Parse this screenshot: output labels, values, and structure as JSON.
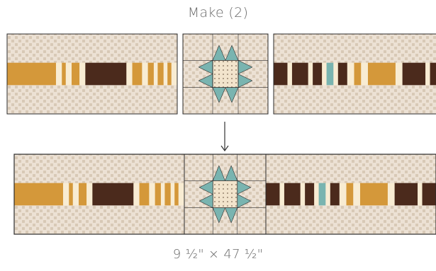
{
  "header": {
    "make_label": "Make (2)"
  },
  "footer": {
    "dimensions_label": "9 ½\" × 47 ½\""
  },
  "colors": {
    "background_light": "#ece1d4",
    "background_dot": "#d8c9b6",
    "seam": "#2b2b2b",
    "gold": "#d4983a",
    "brown": "#4b2a1c",
    "cream": "#f8ecd3",
    "teal": "#79b4b0",
    "star_center": "#f2e4cc",
    "star_center_dot": "#7d6a55"
  },
  "strip_patterns": {
    "left_strip": [
      [
        "gold",
        25
      ],
      [
        "cream",
        3
      ],
      [
        "gold",
        2
      ],
      [
        "cream",
        3
      ],
      [
        "gold",
        4
      ],
      [
        "cream",
        3
      ],
      [
        "brown",
        21
      ],
      [
        "cream",
        3
      ],
      [
        "gold",
        5
      ],
      [
        "cream",
        3
      ],
      [
        "gold",
        3
      ],
      [
        "cream",
        2
      ],
      [
        "gold",
        3
      ],
      [
        "cream",
        2
      ],
      [
        "gold",
        2
      ],
      [
        "cream",
        3
      ]
    ],
    "right_strip": [
      [
        "brown",
        6
      ],
      [
        "cream",
        2
      ],
      [
        "brown",
        7
      ],
      [
        "cream",
        2
      ],
      [
        "brown",
        4
      ],
      [
        "cream",
        2
      ],
      [
        "teal",
        3
      ],
      [
        "cream",
        2
      ],
      [
        "brown",
        4
      ],
      [
        "cream",
        3
      ],
      [
        "gold",
        3
      ],
      [
        "cream",
        3
      ],
      [
        "gold",
        12
      ],
      [
        "cream",
        3
      ],
      [
        "brown",
        10
      ],
      [
        "cream",
        2
      ],
      [
        "brown",
        6
      ]
    ]
  },
  "icons": {
    "arrow": "down-arrow-icon",
    "star": "sawtooth-star-icon"
  }
}
